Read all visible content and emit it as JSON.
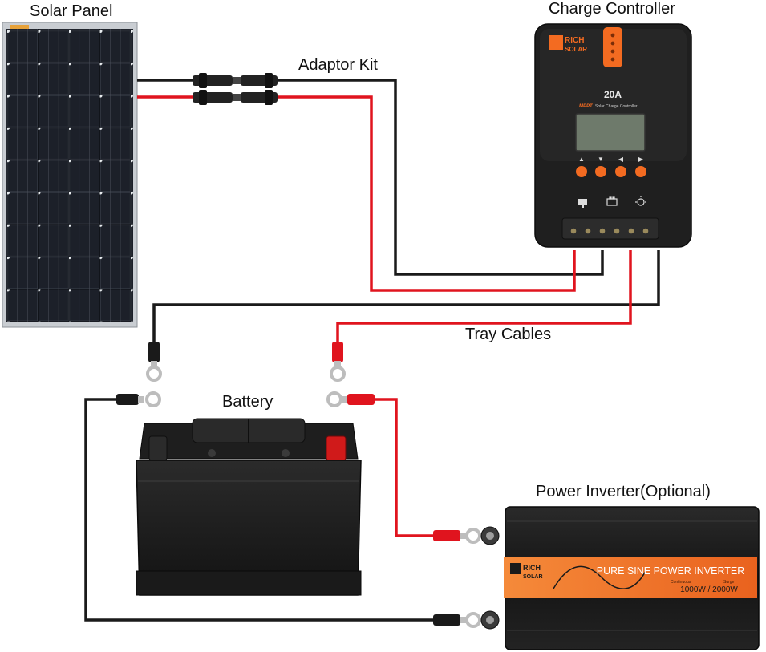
{
  "labels": {
    "solar_panel": "Solar Panel",
    "charge_controller": "Charge Controller",
    "adaptor_kit": "Adaptor Kit",
    "tray_cables": "Tray Cables",
    "battery": "Battery",
    "power_inverter": "Power Inverter(Optional)"
  },
  "controller": {
    "brand_line1": "RICH",
    "brand_line2": "SOLAR",
    "rating": "20A",
    "type": "MPPT",
    "subtitle": "Solar Charge Controller"
  },
  "inverter": {
    "brand_line1": "RICH",
    "brand_line2": "SOLAR",
    "title": "PURE SINE POWER INVERTER",
    "continuous_label": "Continuous",
    "surge_label": "Surge",
    "rating": "1000W / 2000W"
  },
  "colors": {
    "positive_wire": "#e0141e",
    "negative_wire": "#1a1a1a",
    "accent_orange": "#f36b21",
    "device_body": "#1c1c1c"
  }
}
